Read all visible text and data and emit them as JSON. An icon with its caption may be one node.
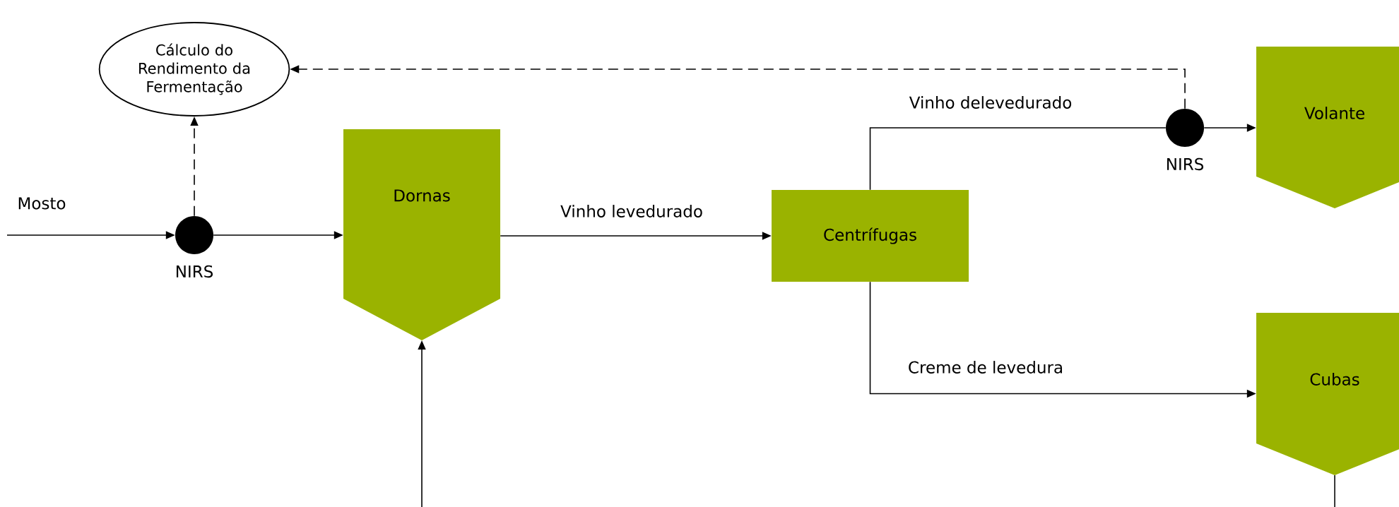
{
  "diagram": {
    "nodes": [
      {
        "text": [
          "Cálculo do Rendimento da Fermentação"
        ]
      },
      {
        "text": [],
        "shape": "circle",
        "beside": [
          "NIRS"
        ]
      },
      {
        "text": [
          "Dornas"
        ]
      },
      {
        "text": [
          "Centrífugas"
        ]
      },
      {
        "text": [],
        "shape": "circle",
        "beside": [
          "NIRS"
        ]
      },
      {
        "text": [
          "Volante"
        ]
      },
      {
        "text": [
          "Cubas"
        ]
      }
    ],
    "edges": [
      {
        "from": null,
        "to": 1,
        "arrow": "to",
        "label": "Mosto"
      },
      {
        "from": 1,
        "to": 2,
        "arrow": "to"
      },
      {
        "from": 1,
        "to": 0,
        "arrow": "to",
        "style": "dashed"
      },
      {
        "from": 2,
        "to": 3,
        "arrow": "to",
        "label": "Vinho levedurado"
      },
      {
        "from": 3,
        "to": 4,
        "arrow": "none",
        "label": "Vinho delevedurado"
      },
      {
        "from": 4,
        "to": 5,
        "arrow": "to"
      },
      {
        "from": 4,
        "to": 0,
        "arrow": "to",
        "style": "dashed"
      },
      {
        "from": 3,
        "to": 6,
        "arrow": "to",
        "label": "Creme de levedura"
      },
      {
        "from": null,
        "to": 2,
        "arrow": "to"
      },
      {
        "from": 6,
        "to": null,
        "arrow": "none"
      }
    ]
  }
}
